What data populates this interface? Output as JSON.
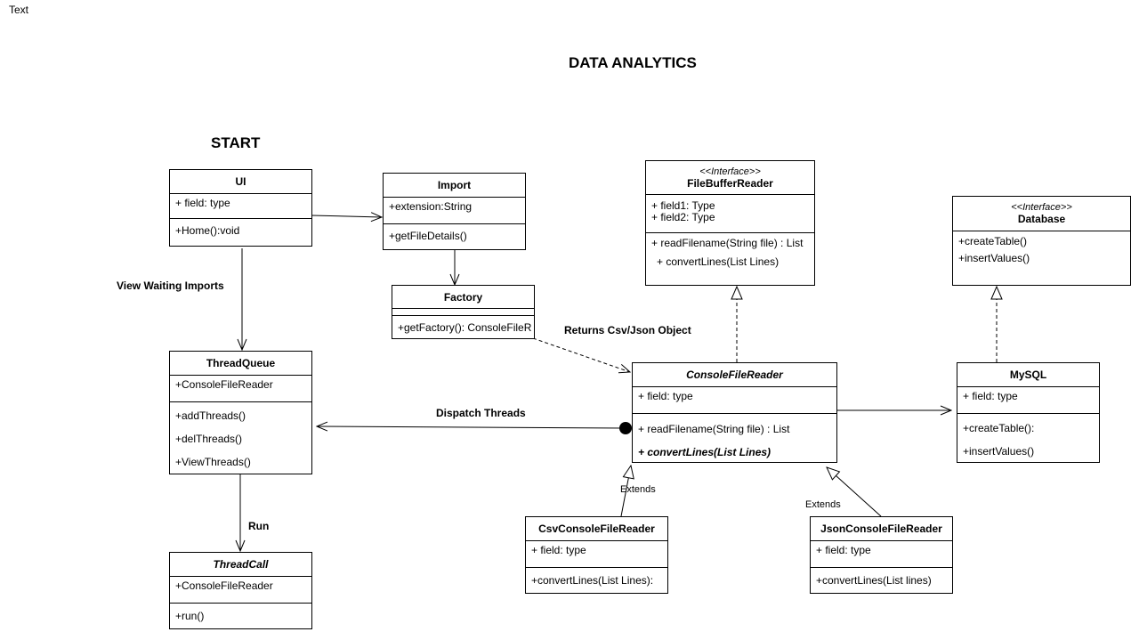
{
  "canvas_label": "Text",
  "title": "DATA ANALYTICS",
  "start_label": "START",
  "classes": {
    "ui": {
      "name": "UI",
      "fields": [
        "+ field: type"
      ],
      "methods": [
        "+Home():void"
      ]
    },
    "import": {
      "name": "Import",
      "fields": [
        "+extension:String"
      ],
      "methods": [
        "+getFileDetails()"
      ]
    },
    "factory": {
      "name": "Factory",
      "fields": [],
      "methods": [
        "+getFactory(): ConsoleFileR"
      ]
    },
    "filebufferreader": {
      "stereotype": "<<Interface>>",
      "name": "FileBufferReader",
      "fields": [
        "+ field1: Type",
        "+ field2: Type"
      ],
      "methods": [
        "+ readFilename(String file) : List",
        "+ convertLines(List Lines)"
      ]
    },
    "database": {
      "stereotype": "<<Interface>>",
      "name": "Database",
      "methods": [
        "+createTable()",
        "+insertValues()"
      ]
    },
    "threadqueue": {
      "name": "ThreadQueue",
      "fields": [
        "+ConsoleFileReader"
      ],
      "methods": [
        "+addThreads()",
        "+delThreads()",
        "+ViewThreads()"
      ]
    },
    "consolefilereader": {
      "name": "ConsoleFileReader",
      "fields": [
        "+ field: type"
      ],
      "methods": [
        "+ readFilename(String file) : List",
        "+ convertLines(List Lines)"
      ]
    },
    "mysql": {
      "name": "MySQL",
      "fields": [
        "+ field: type"
      ],
      "methods": [
        "+createTable():",
        "+insertValues()"
      ]
    },
    "threadcall": {
      "name": "ThreadCall",
      "fields": [
        "+ConsoleFileReader"
      ],
      "methods": [
        "+run()"
      ]
    },
    "csvconsolefilereader": {
      "name": "CsvConsoleFileReader",
      "fields": [
        "+ field: type"
      ],
      "methods": [
        "+convertLines(List Lines):"
      ]
    },
    "jsonconsolefilereader": {
      "name": "JsonConsoleFileReader",
      "fields": [
        "+ field: type"
      ],
      "methods": [
        "+convertLines(List lines)"
      ]
    }
  },
  "edge_labels": {
    "view_waiting_imports": "View Waiting Imports",
    "returns": "Returns Csv/Json Object",
    "dispatch_threads": "Dispatch Threads",
    "run": "Run",
    "extends_csv": "Extends",
    "extends_json": "Extends"
  }
}
